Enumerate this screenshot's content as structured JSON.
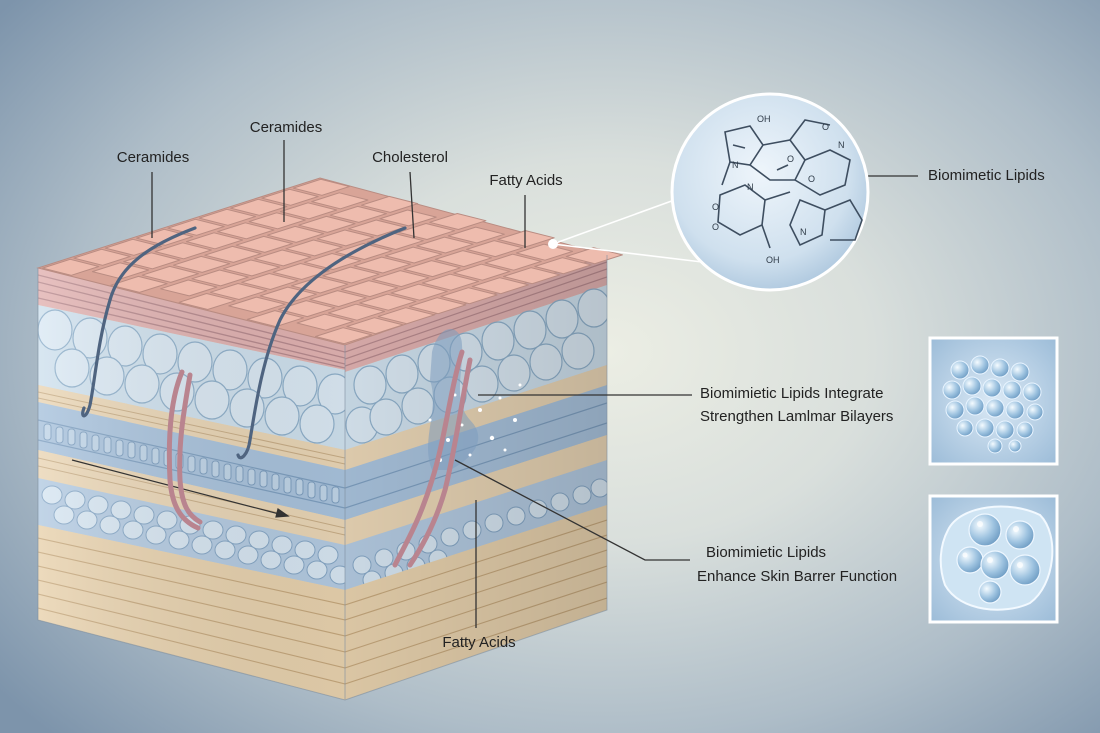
{
  "labels": {
    "ceramides_left": "Ceramides",
    "ceramides_top": "Ceramides",
    "cholesterol": "Cholesterol",
    "fatty_acids_top": "Fatty Acids",
    "fatty_acids_bottom": "Fatty Acids",
    "biomimetic_lipids": "Biomimetic Lipids",
    "integrate_line1": "Biomimietic Lipids Integrate",
    "integrate_line2": "Strengthen Lamlmar Bilayers",
    "barrier_line1": "Biomimietic Lipids",
    "barrier_line2": "Enhance Skin Barrer Function"
  },
  "molecule_atoms": [
    "OH",
    "N",
    "N",
    "N",
    "O",
    "O",
    "OH",
    "O",
    "O",
    "O",
    "N"
  ],
  "colors": {
    "corneocyte": "#eebcae",
    "corneocyte_edge": "#b98c82",
    "cell_blue": "#c6dbe9",
    "layer_tan": "#ead6b6",
    "layer_blue": "#a9c3dd",
    "strand": "#4f6480",
    "hair": "#b9848f",
    "leader": "#333333"
  }
}
